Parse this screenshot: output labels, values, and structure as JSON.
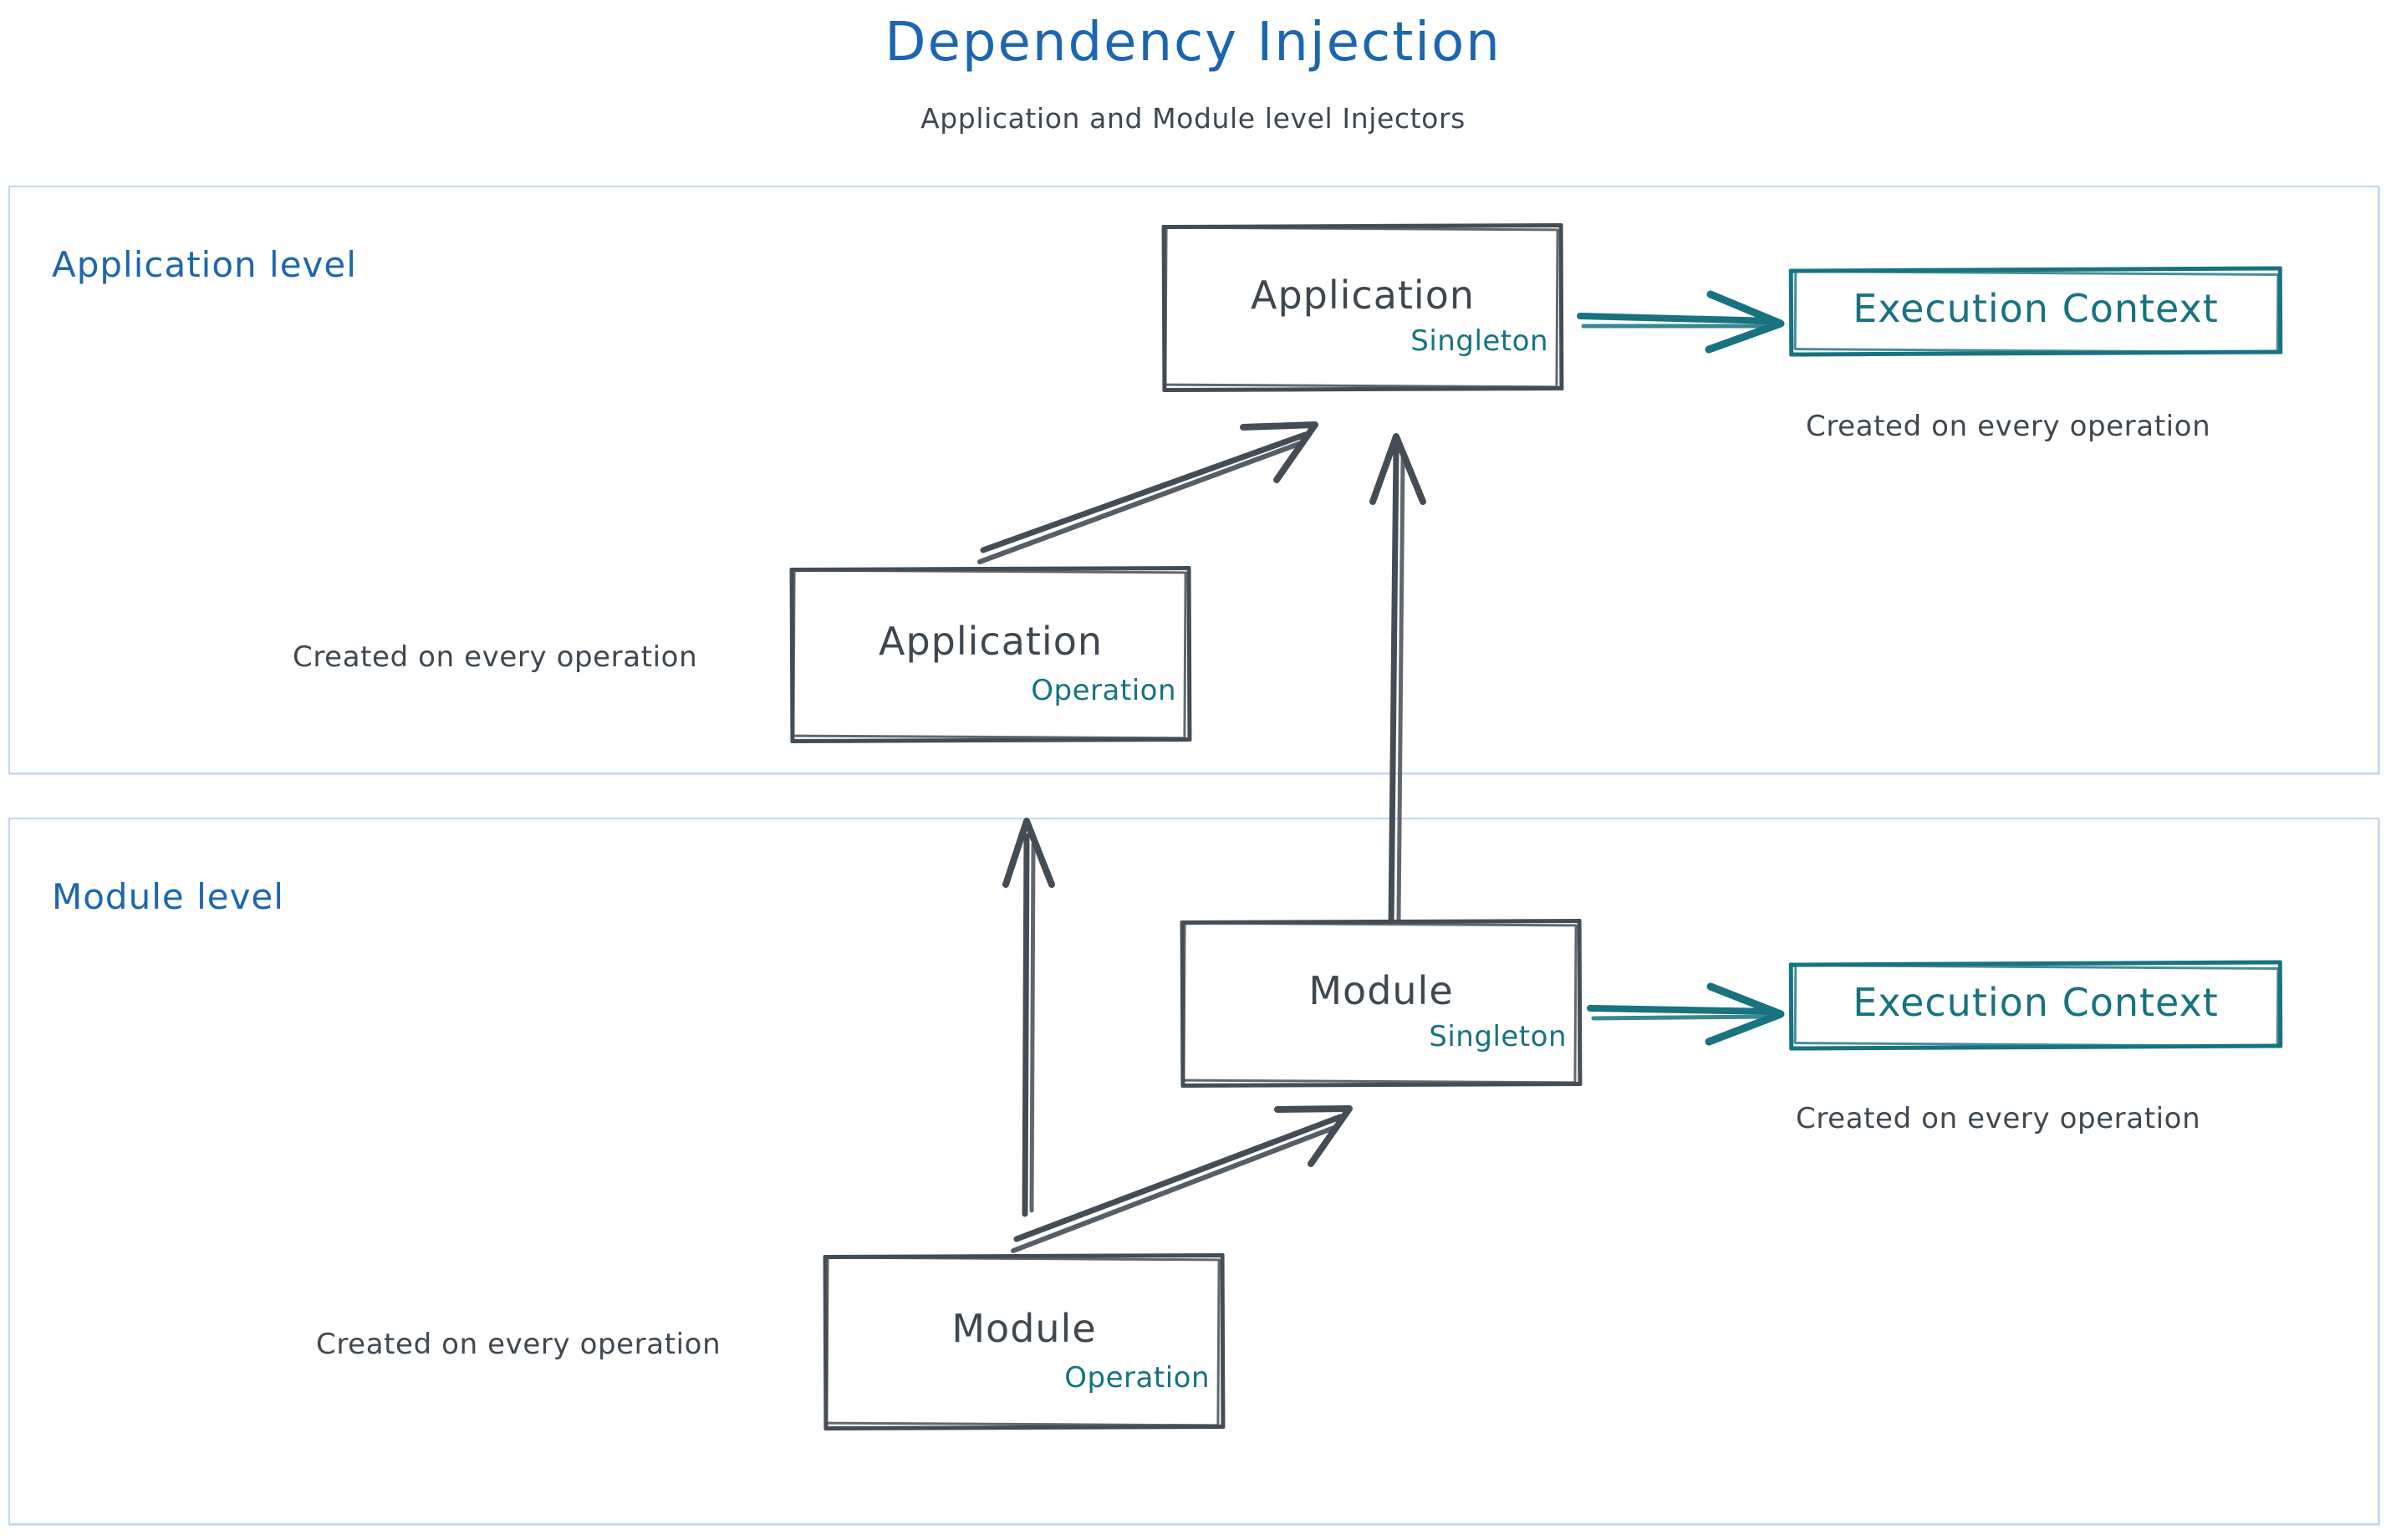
{
  "header": {
    "title": "Dependency Injection",
    "subtitle": "Application and Module level Injectors"
  },
  "colors": {
    "title_blue": "#1d66af",
    "frame_blue": "#c3d8ef",
    "node_dark": "#444d56",
    "scope_teal": "#18727f",
    "text_gray": "#3f4850",
    "background": "#ffffff"
  },
  "levels": [
    {
      "id": "application-level",
      "label": "Application level",
      "nodes": [
        {
          "id": "app-singleton",
          "title": "Application",
          "scope": "Singleton",
          "style": "dark"
        },
        {
          "id": "app-operation",
          "title": "Application",
          "scope": "Operation",
          "style": "dark"
        },
        {
          "id": "exec-context-app",
          "title": "Execution Context",
          "scope": "",
          "style": "teal"
        }
      ],
      "captions": [
        {
          "id": "cap-exec-app",
          "text": "Created on every operation"
        },
        {
          "id": "cap-app-op",
          "text": "Created on every operation"
        }
      ]
    },
    {
      "id": "module-level",
      "label": "Module level",
      "nodes": [
        {
          "id": "module-singleton",
          "title": "Module",
          "scope": "Singleton",
          "style": "dark"
        },
        {
          "id": "module-operation",
          "title": "Module",
          "scope": "Operation",
          "style": "dark"
        },
        {
          "id": "exec-context-module",
          "title": "Execution Context",
          "scope": "",
          "style": "teal"
        }
      ],
      "captions": [
        {
          "id": "cap-exec-module",
          "text": "Created on every operation"
        },
        {
          "id": "cap-module-op",
          "text": "Created on every operation"
        }
      ]
    }
  ],
  "edges": [
    {
      "id": "app-singleton-to-exec-context",
      "from": "app-singleton",
      "to": "exec-context-app",
      "color": "#18727f",
      "style": "solid-arrow"
    },
    {
      "id": "app-operation-to-app-singleton",
      "from": "app-operation",
      "to": "app-singleton",
      "color": "#444d56",
      "style": "diagonal-arrow"
    },
    {
      "id": "module-singleton-to-app-singleton",
      "from": "module-singleton",
      "to": "app-singleton",
      "color": "#444d56",
      "style": "vertical-arrow"
    },
    {
      "id": "module-operation-to-app-operation",
      "from": "module-operation",
      "to": "app-operation",
      "color": "#444d56",
      "style": "vertical-arrow"
    },
    {
      "id": "module-singleton-to-exec-context",
      "from": "module-singleton",
      "to": "exec-context-module",
      "color": "#18727f",
      "style": "solid-arrow"
    },
    {
      "id": "module-operation-to-module-singleton",
      "from": "module-operation",
      "to": "module-singleton",
      "color": "#444d56",
      "style": "diagonal-arrow"
    }
  ]
}
